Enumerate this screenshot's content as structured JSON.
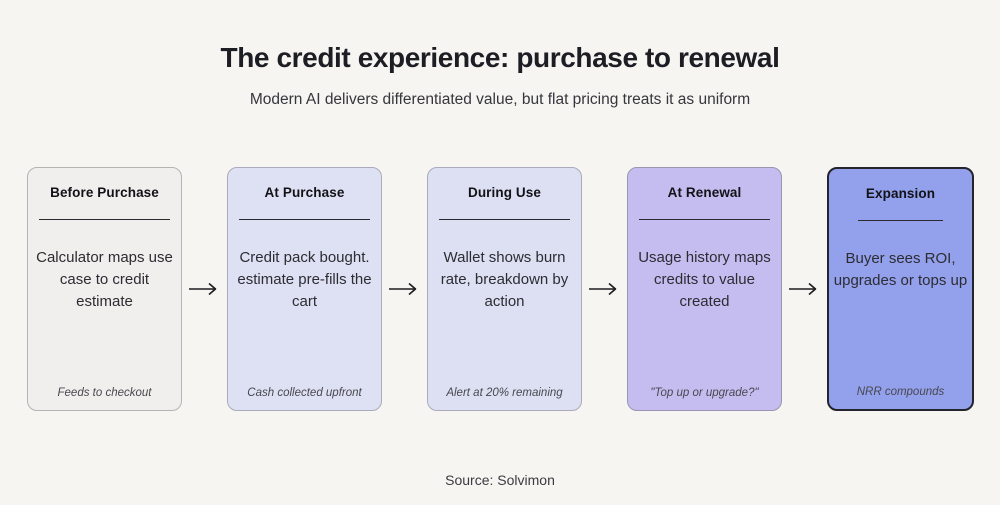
{
  "header": {
    "title": "The credit experience: purchase to renewal",
    "subtitle": "Modern AI delivers differentiated value, but flat pricing treats it as uniform"
  },
  "footer": {
    "source": "Source: Solvimon"
  },
  "colors": {
    "page_bg": "#f6f5f2",
    "title_text": "#1d1d24",
    "subtitle_text": "#36363d",
    "body_text": "#2c2c33",
    "divider": "#2a2a30",
    "arrow": "#1b1b1f"
  },
  "flow": {
    "type": "left-to-right-process",
    "stages": [
      {
        "title": "Before Purchase",
        "body": "Calculator maps use case to credit estimate",
        "footnote": "Feeds to checkout",
        "bg": "#f0efed",
        "border": "#b4b4b2"
      },
      {
        "title": "At Purchase",
        "body": "Credit pack bought. estimate pre-fills the cart",
        "footnote": "Cash collected upfront",
        "bg": "#dee1f3",
        "border": "#a9abbd"
      },
      {
        "title": "During Use",
        "body": "Wallet shows burn rate, breakdown by action",
        "footnote": "Alert at 20% remaining",
        "bg": "#dce0f2",
        "border": "#a9abbd"
      },
      {
        "title": "At Renewal",
        "body": "Usage history maps credits to value created",
        "footnote": "\"Top up or upgrade?\"",
        "bg": "#c5bdf0",
        "border": "#9b95b2"
      },
      {
        "title": "Expansion",
        "body": "Buyer sees ROI, upgrades or tops up",
        "footnote": "NRR compounds",
        "bg": "#93a0ec",
        "border": "#24242c",
        "border_width": "2px"
      }
    ]
  }
}
